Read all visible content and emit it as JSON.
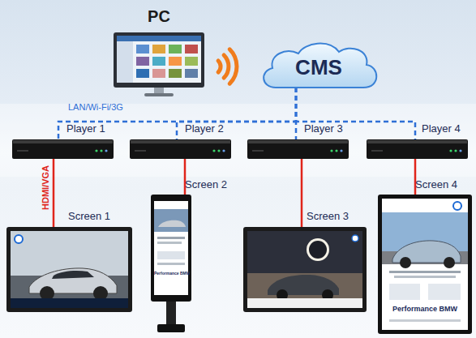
{
  "diagram": {
    "nodes": [
      {
        "text": [
          "PC"
        ]
      },
      {
        "text": [
          "CMS"
        ]
      },
      {
        "text": [
          "Player 1"
        ]
      },
      {
        "text": [
          "Player 2"
        ]
      },
      {
        "text": [
          "Player 3"
        ]
      },
      {
        "text": [
          "Player 4"
        ]
      },
      {
        "text": [
          "Screen 1"
        ]
      },
      {
        "text": [
          "Screen 2"
        ]
      },
      {
        "text": [
          "Screen 3"
        ]
      },
      {
        "text": [
          "Screen 4"
        ]
      }
    ],
    "edges": [
      {
        "from": 1,
        "to": 2,
        "arrow": "none",
        "label": "LAN/Wi-Fi/3G"
      },
      {
        "from": 1,
        "to": 3,
        "arrow": "none"
      },
      {
        "from": 1,
        "to": 4,
        "arrow": "none"
      },
      {
        "from": 1,
        "to": 5,
        "arrow": "none"
      },
      {
        "from": 2,
        "to": 6,
        "arrow": "none",
        "label": "HDMI/VGA"
      },
      {
        "from": 3,
        "to": 7,
        "arrow": "none"
      },
      {
        "from": 4,
        "to": 8,
        "arrow": "none"
      },
      {
        "from": 5,
        "to": 9,
        "arrow": "none"
      }
    ],
    "labels": [
      "Performance BMW",
      "Performance BMW"
    ]
  }
}
